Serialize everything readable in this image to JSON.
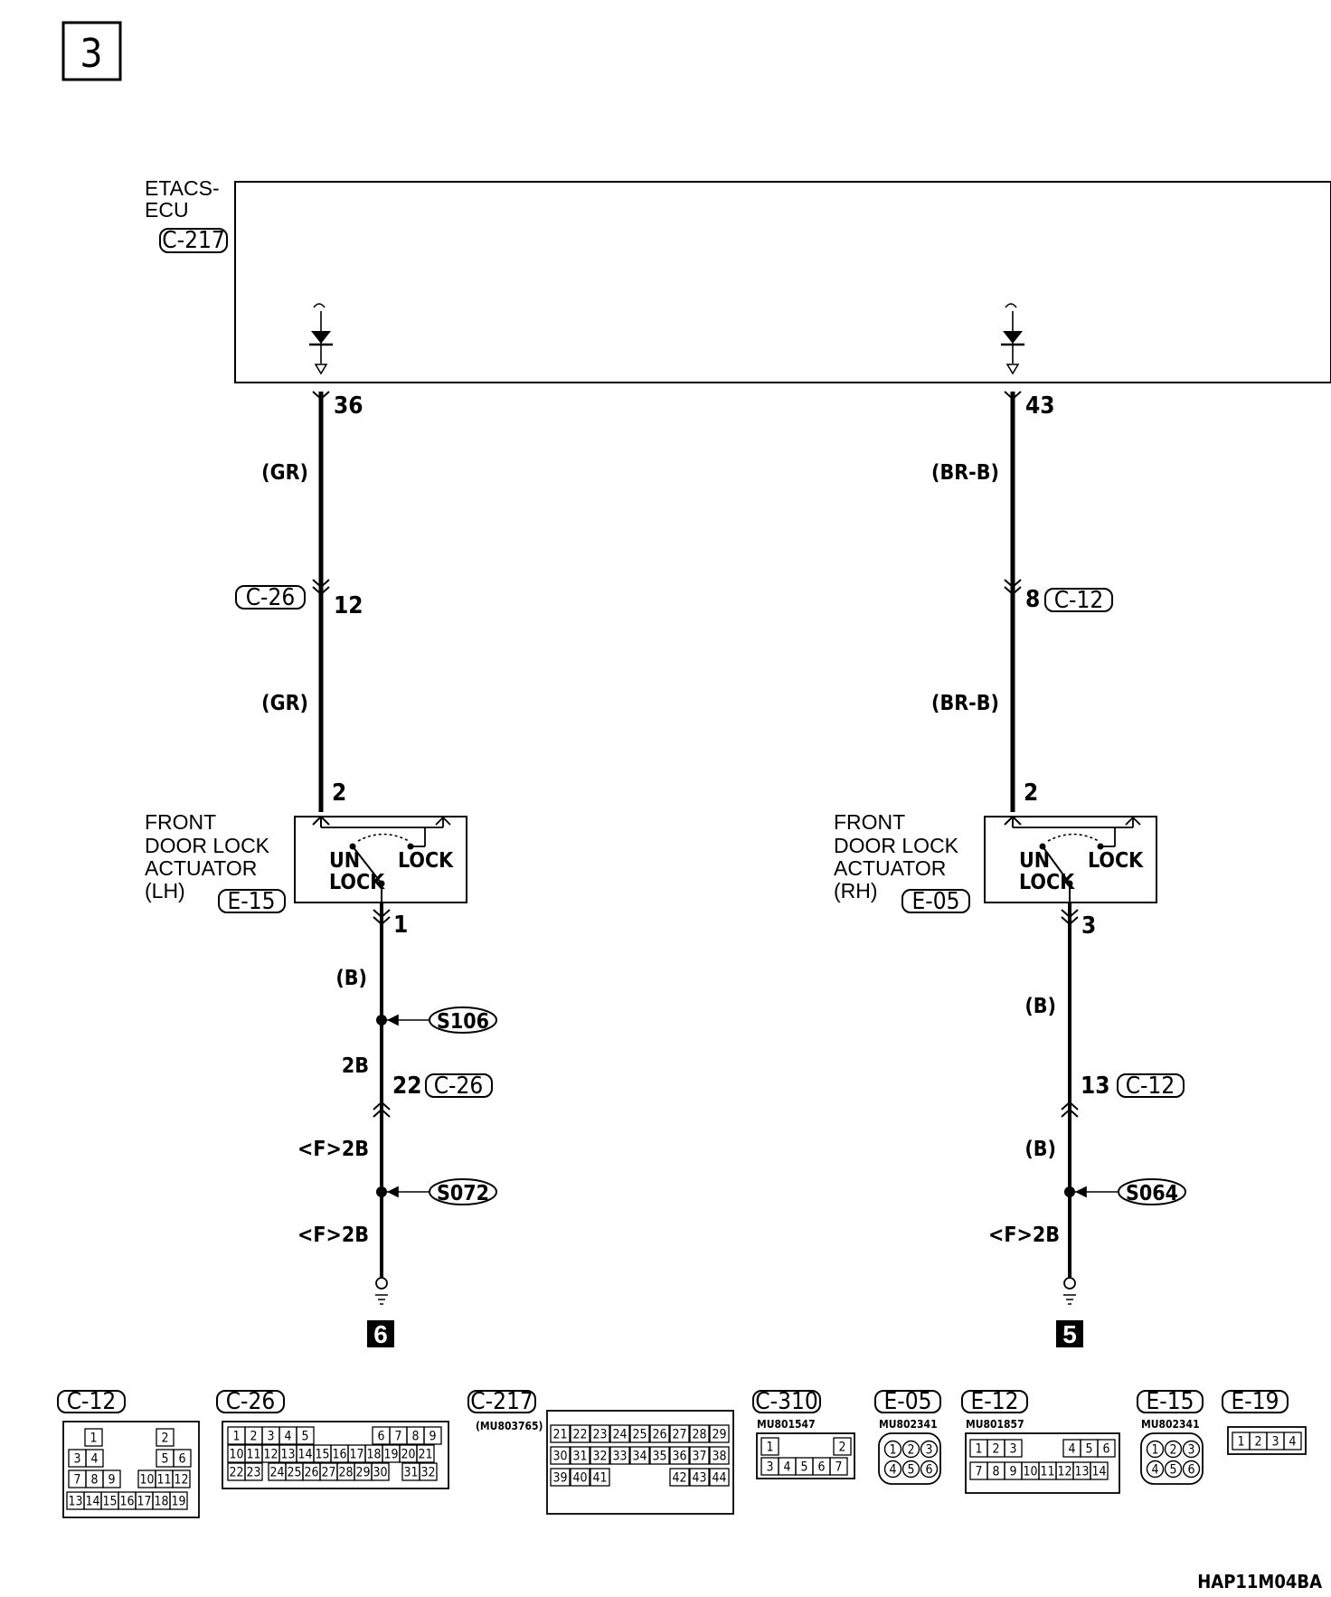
{
  "page_number": "3",
  "drawing_code": "HAP11M04BA",
  "ecu": {
    "name_line1": "ETACS-",
    "name_line2": "ECU",
    "connector": "C-217"
  },
  "lh_circuit": {
    "ecu_pin": "36",
    "wire_color_1": "(GR)",
    "mid_connector": "C-26",
    "mid_pin": "12",
    "wire_color_2": "(GR)",
    "actuator_pin_in": "2",
    "actuator_label_1": "FRONT",
    "actuator_label_2": "DOOR LOCK",
    "actuator_label_3": "ACTUATOR",
    "actuator_label_4": "(LH)",
    "actuator_connector": "E-15",
    "switch_unlock_1": "UN",
    "switch_unlock_2": "LOCK",
    "switch_lock": "LOCK",
    "actuator_pin_out": "1",
    "wire_color_3": "(B)",
    "splice_1": "S106",
    "wire_size_1": "2B",
    "ground_pin": "22",
    "ground_connector": "C-26",
    "wire_size_2": "<F>2B",
    "splice_2": "S072",
    "wire_size_3": "<F>2B",
    "ground_point": "6"
  },
  "rh_circuit": {
    "ecu_pin": "43",
    "wire_color_1": "(BR-B)",
    "mid_pin": "8",
    "mid_connector": "C-12",
    "wire_color_2": "(BR-B)",
    "actuator_pin_in": "2",
    "actuator_label_1": "FRONT",
    "actuator_label_2": "DOOR LOCK",
    "actuator_label_3": "ACTUATOR",
    "actuator_label_4": "(RH)",
    "actuator_connector": "E-05",
    "switch_unlock_1": "UN",
    "switch_unlock_2": "LOCK",
    "switch_lock": "LOCK",
    "actuator_pin_out": "3",
    "wire_color_3": "(B)",
    "ground_pin": "13",
    "ground_connector": "C-12",
    "wire_color_4": "(B)",
    "splice_1": "S064",
    "wire_size_1": "<F>2B",
    "ground_point": "5"
  },
  "connector_legend": {
    "c12": {
      "name": "C-12",
      "row1": [
        "1",
        "2"
      ],
      "row2": [
        "3",
        "4",
        "5",
        "6"
      ],
      "row3": [
        "7",
        "8",
        "9",
        "10",
        "11",
        "12"
      ],
      "row4": [
        "13",
        "14",
        "15",
        "16",
        "17",
        "18",
        "19"
      ]
    },
    "c26": {
      "name": "C-26",
      "row1": [
        "1",
        "2",
        "3",
        "4",
        "5",
        "6",
        "7",
        "8",
        "9"
      ],
      "row2": [
        "10",
        "11",
        "12",
        "13",
        "14",
        "15",
        "16",
        "17",
        "18",
        "19",
        "20",
        "21"
      ],
      "row3": [
        "22",
        "23",
        "24",
        "25",
        "26",
        "27",
        "28",
        "29",
        "30",
        "31",
        "32"
      ]
    },
    "c217": {
      "name": "C-217",
      "part": "(MU803765)",
      "row1": [
        "21",
        "22",
        "23",
        "24",
        "25",
        "26",
        "27",
        "28",
        "29"
      ],
      "row2": [
        "30",
        "31",
        "32",
        "33",
        "34",
        "35",
        "36",
        "37",
        "38"
      ],
      "row3": [
        "39",
        "40",
        "41",
        "42",
        "43",
        "44"
      ]
    },
    "c310": {
      "name": "C-310",
      "part": "MU801547",
      "row1": [
        "1",
        "2"
      ],
      "row2": [
        "3",
        "4",
        "5",
        "6",
        "7"
      ]
    },
    "e05": {
      "name": "E-05",
      "part": "MU802341",
      "row1": [
        "1",
        "2",
        "3"
      ],
      "row2": [
        "4",
        "5",
        "6"
      ]
    },
    "e12": {
      "name": "E-12",
      "part": "MU801857",
      "row1": [
        "1",
        "2",
        "3",
        "4",
        "5",
        "6"
      ],
      "row2": [
        "7",
        "8",
        "9",
        "10",
        "11",
        "12",
        "13",
        "14"
      ]
    },
    "e15": {
      "name": "E-15",
      "part": "MU802341",
      "row1": [
        "1",
        "2",
        "3"
      ],
      "row2": [
        "4",
        "5",
        "6"
      ]
    },
    "e19": {
      "name": "E-19",
      "row1": [
        "1",
        "2",
        "3",
        "4"
      ]
    }
  }
}
